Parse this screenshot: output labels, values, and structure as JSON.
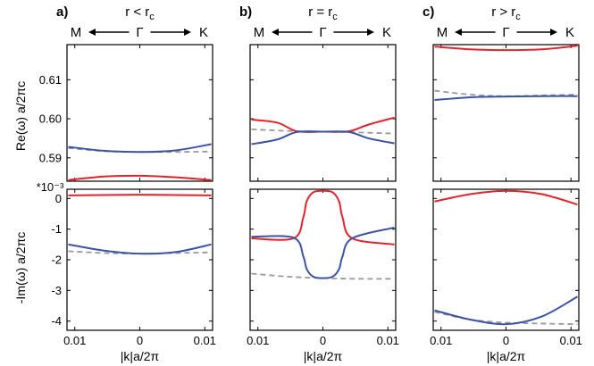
{
  "chart_data": {
    "type": "line",
    "colors": {
      "red": "#e3232b",
      "blue": "#3a53a4",
      "dashed": "#999999"
    },
    "top_ylabel": "Re(ω) a/2πc",
    "bottom_ylabel": "-Im(ω) a/2πc",
    "bottom_multiplier": "*10⁻³",
    "xlabel": "|k|a/2π",
    "x_ticks": [
      {
        "value": -0.01,
        "label": "0.01"
      },
      {
        "value": 0,
        "label": "0"
      },
      {
        "value": 0.01,
        "label": "0.01"
      }
    ],
    "top_ylim": [
      0.584,
      0.619
    ],
    "top_yticks": [
      "0.59",
      "0.60",
      "0.61"
    ],
    "bottom_ylim": [
      -4.3,
      0.3
    ],
    "bottom_yticks": [
      "0",
      "-1",
      "-2",
      "-3",
      "-4"
    ],
    "direction": {
      "left": "M",
      "center": "Γ",
      "right": "K"
    },
    "panels": [
      {
        "letter": "a)",
        "title_main": "r < r",
        "title_sub": "c",
        "top_series": [
          {
            "color": "red",
            "dash": false,
            "x": [
              -0.011,
              -0.0055,
              0,
              0.0055,
              0.011
            ],
            "y": [
              0.5843,
              0.5852,
              0.5854,
              0.585,
              0.5843
            ]
          },
          {
            "color": "blue",
            "dash": false,
            "x": [
              -0.011,
              -0.0055,
              0,
              0.0055,
              0.011
            ],
            "y": [
              0.5928,
              0.5918,
              0.5915,
              0.5919,
              0.5935
            ]
          },
          {
            "color": "dashed",
            "dash": true,
            "x": [
              -0.011,
              -0.0055,
              0,
              0.0055,
              0.011
            ],
            "y": [
              0.5925,
              0.5917,
              0.5915,
              0.5915,
              0.5916
            ]
          }
        ],
        "bottom_series": [
          {
            "color": "red",
            "dash": false,
            "x": [
              -0.011,
              0,
              0.011
            ],
            "y": [
              0.1,
              0.12,
              0.1
            ]
          },
          {
            "color": "blue",
            "dash": false,
            "x": [
              -0.011,
              -0.0055,
              0,
              0.0055,
              0.011
            ],
            "y": [
              -1.5,
              -1.7,
              -1.8,
              -1.75,
              -1.5
            ]
          },
          {
            "color": "dashed",
            "dash": true,
            "x": [
              -0.011,
              -0.0055,
              0,
              0.0055,
              0.011
            ],
            "y": [
              -1.72,
              -1.78,
              -1.8,
              -1.78,
              -1.76
            ]
          }
        ]
      },
      {
        "letter": "b)",
        "title_main": "r = r",
        "title_sub": "c",
        "top_series": [
          {
            "color": "red",
            "dash": false,
            "x": [
              -0.011,
              -0.007,
              -0.004,
              0,
              0.004,
              0.007,
              0.011
            ],
            "y": [
              0.5998,
              0.599,
              0.5968,
              0.5967,
              0.5968,
              0.5985,
              0.6003
            ]
          },
          {
            "color": "blue",
            "dash": false,
            "x": [
              -0.011,
              -0.007,
              -0.004,
              0,
              0.004,
              0.007,
              0.011
            ],
            "y": [
              0.5935,
              0.5947,
              0.5966,
              0.5967,
              0.5966,
              0.595,
              0.5937
            ]
          },
          {
            "color": "dashed",
            "dash": true,
            "x": [
              -0.011,
              -0.0055,
              0,
              0.0055,
              0.011
            ],
            "y": [
              0.5973,
              0.5969,
              0.5967,
              0.5965,
              0.5962
            ]
          }
        ],
        "bottom_series": [
          {
            "color": "red",
            "dash": false,
            "x": [
              -0.011,
              -0.0045,
              -0.003,
              -0.0025,
              -0.0015,
              0,
              0.0015,
              0.0025,
              0.003,
              0.0045,
              0.011
            ],
            "y": [
              -1.3,
              -1.3,
              -0.6,
              -0.1,
              0.2,
              0.25,
              0.2,
              -0.1,
              -0.6,
              -1.3,
              -1.5
            ]
          },
          {
            "color": "blue",
            "dash": false,
            "x": [
              -0.011,
              -0.0045,
              -0.003,
              -0.0025,
              -0.0015,
              0,
              0.0015,
              0.0025,
              0.003,
              0.0045,
              0.011
            ],
            "y": [
              -1.25,
              -1.28,
              -1.9,
              -2.3,
              -2.55,
              -2.6,
              -2.55,
              -2.3,
              -1.9,
              -1.3,
              -0.95
            ]
          },
          {
            "color": "dashed",
            "dash": true,
            "x": [
              -0.011,
              -0.0055,
              0,
              0.0055,
              0.011
            ],
            "y": [
              -2.45,
              -2.55,
              -2.6,
              -2.62,
              -2.62
            ]
          }
        ]
      },
      {
        "letter": "c)",
        "title_main": "r > r",
        "title_sub": "c",
        "top_series": [
          {
            "color": "red",
            "dash": false,
            "x": [
              -0.011,
              -0.0055,
              0,
              0.0055,
              0.011
            ],
            "y": [
              0.6185,
              0.6178,
              0.6176,
              0.6178,
              0.6187
            ]
          },
          {
            "color": "blue",
            "dash": false,
            "x": [
              -0.011,
              -0.0055,
              0,
              0.0055,
              0.011
            ],
            "y": [
              0.6048,
              0.6055,
              0.6057,
              0.6058,
              0.6058
            ]
          },
          {
            "color": "dashed",
            "dash": true,
            "x": [
              -0.011,
              -0.0055,
              0,
              0.0055,
              0.011
            ],
            "y": [
              0.6072,
              0.6062,
              0.6058,
              0.606,
              0.6062
            ]
          }
        ],
        "bottom_series": [
          {
            "color": "red",
            "dash": false,
            "x": [
              -0.011,
              -0.0055,
              0,
              0.0055,
              0.011
            ],
            "y": [
              -0.1,
              0.14,
              0.25,
              0.14,
              -0.2
            ]
          },
          {
            "color": "blue",
            "dash": false,
            "x": [
              -0.011,
              -0.0055,
              0,
              0.0055,
              0.011
            ],
            "y": [
              -3.65,
              -3.95,
              -4.1,
              -3.85,
              -3.2
            ]
          },
          {
            "color": "dashed",
            "dash": true,
            "x": [
              -0.011,
              -0.0055,
              0,
              0.0055,
              0.011
            ],
            "y": [
              -3.7,
              -3.95,
              -4.05,
              -4.08,
              -4.1
            ]
          }
        ]
      }
    ]
  }
}
